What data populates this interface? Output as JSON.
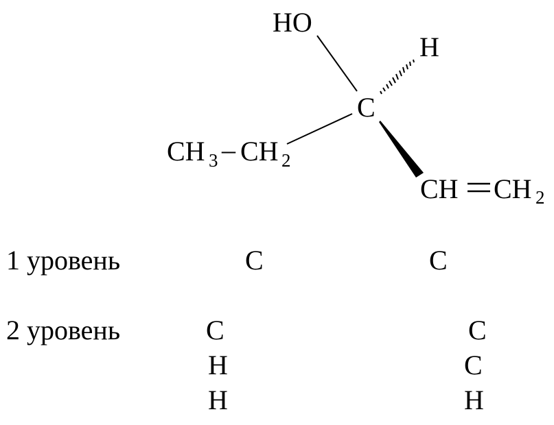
{
  "molecule": {
    "hydroxyl": "HO",
    "hydrogen": "H",
    "center": "C",
    "ethyl": {
      "ch3_main": "CH",
      "ch3_sub": "3",
      "bond": "–",
      "ch2_main": "CH",
      "ch2_sub": "2"
    },
    "vinyl": {
      "ch": "CH",
      "ch2_main": "CH",
      "ch2_sub": "2"
    }
  },
  "levels": {
    "level1": {
      "label": "1 уровень",
      "left": "C",
      "right": "C"
    },
    "level2": {
      "label": "2 уровень",
      "left": [
        "C",
        "H",
        "H"
      ],
      "right": [
        "C",
        "C",
        "H"
      ]
    }
  }
}
